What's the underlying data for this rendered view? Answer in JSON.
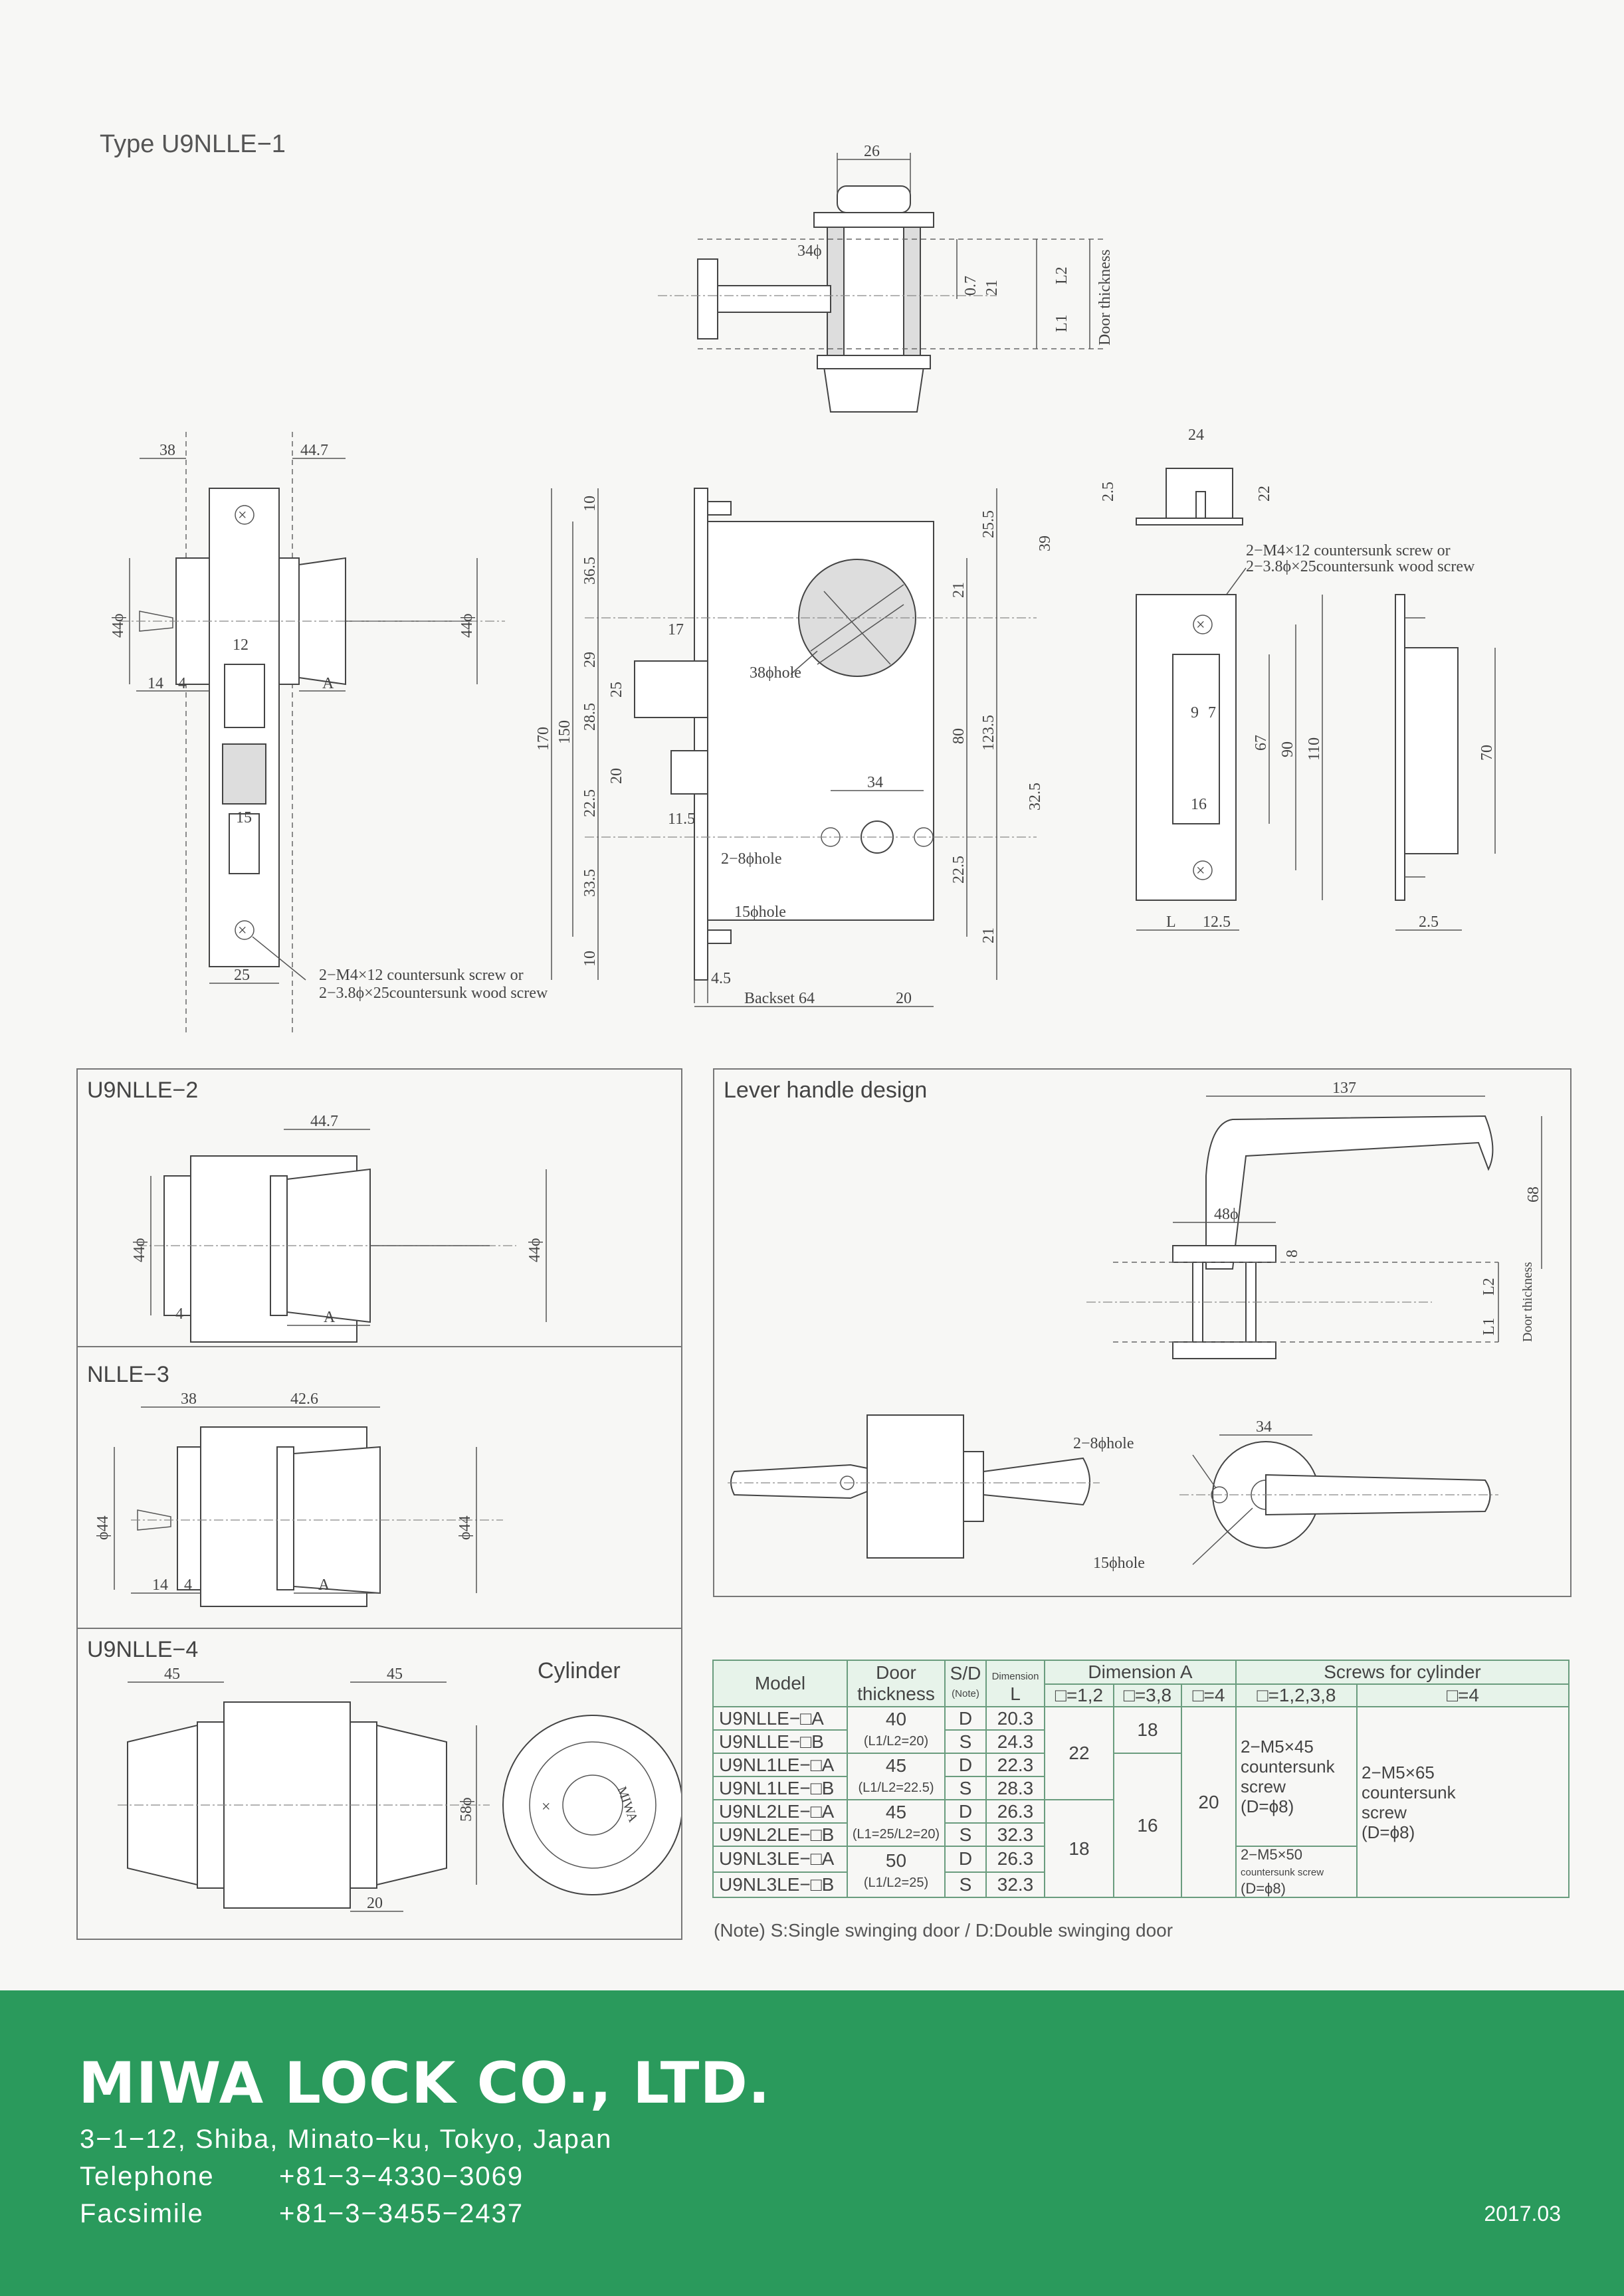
{
  "page": {
    "type_title": "Type U9NLLE−1"
  },
  "drawings": {
    "top_view": {
      "dims": [
        "26",
        "34ϕ",
        "0.7",
        "21",
        "L2",
        "L1",
        "Door thickness"
      ]
    },
    "front_view": {
      "dims": [
        "38",
        "44.7",
        "44ϕ",
        "44ϕ",
        "12",
        "14",
        "4",
        "A",
        "15",
        "25"
      ],
      "screw_note_1": "2−M4×12 countersunk screw or",
      "screw_note_2": "2−3.8ϕ×25countersunk wood screw"
    },
    "lock_body": {
      "dims": [
        "10",
        "36.5",
        "29",
        "28.5",
        "25",
        "20",
        "22.5",
        "33.5",
        "10",
        "170",
        "150",
        "17",
        "11.5",
        "25.5",
        "21",
        "80",
        "123.5",
        "22.5",
        "21",
        "39",
        "32.5",
        "34",
        "4.5",
        "20"
      ],
      "hole_38": "38ϕhole",
      "hole_8": "2−8ϕhole",
      "hole_15": "15ϕhole",
      "backset": "Backset 64"
    },
    "strike": {
      "dims": [
        "24",
        "2.5",
        "22",
        "9",
        "7",
        "16",
        "67",
        "90",
        "110",
        "L",
        "12.5",
        "70",
        "2.5"
      ],
      "screw_note_1": "2−M4×12 countersunk screw or",
      "screw_note_2": "2−3.8ϕ×25countersunk wood screw"
    },
    "u9nlle2": {
      "title": "U9NLLE−2",
      "dims": [
        "44.7",
        "44ϕ",
        "44ϕ",
        "4",
        "A"
      ]
    },
    "nlle3": {
      "title": "NLLE−3",
      "dims": [
        "38",
        "42.6",
        "ϕ44",
        "ϕ44",
        "14",
        "4",
        "A"
      ]
    },
    "u9nlle4": {
      "title": "U9NLLE−4",
      "dims": [
        "45",
        "45",
        "58ϕ",
        "20"
      ],
      "cylinder_title": "Cylinder",
      "cylinder_brand": "MIWA"
    },
    "lever": {
      "title": "Lever handle design",
      "dims": [
        "137",
        "48ϕ",
        "68",
        "8",
        "L2",
        "L1",
        "Door thickness",
        "34"
      ],
      "hole_8": "2−8ϕhole",
      "hole_15": "15ϕhole"
    }
  },
  "spec_table": {
    "headers": {
      "model": "Model",
      "door_thickness": "Door thickness",
      "sd": "S/D",
      "sd_note": "(Note)",
      "dimension_small": "Dimension",
      "dimension_L": "L",
      "dimension_A": "Dimension A",
      "screws": "Screws for cylinder",
      "a_12": "□=1,2",
      "a_38": "□=3,8",
      "a_4": "□=4",
      "s_1238": "□=1,2,3,8",
      "s_4": "□=4"
    },
    "rows": [
      {
        "model": "U9NLLE−□A",
        "sd": "D",
        "L": "20.3"
      },
      {
        "model": "U9NLLE−□B",
        "sd": "S",
        "L": "24.3"
      },
      {
        "model": "U9NL1LE−□A",
        "sd": "D",
        "L": "22.3"
      },
      {
        "model": "U9NL1LE−□B",
        "sd": "S",
        "L": "28.3"
      },
      {
        "model": "U9NL2LE−□A",
        "sd": "D",
        "L": "26.3"
      },
      {
        "model": "U9NL2LE−□B",
        "sd": "S",
        "L": "32.3"
      },
      {
        "model": "U9NL3LE−□A",
        "sd": "D",
        "L": "26.3"
      },
      {
        "model": "U9NL3LE−□B",
        "sd": "S",
        "L": "32.3"
      }
    ],
    "thickness": [
      {
        "value": "40",
        "sub": "(L1/L2=20)"
      },
      {
        "value": "45",
        "sub": "(L1/L2=22.5)"
      },
      {
        "value": "45",
        "sub": "(L1=25/L2=20)"
      },
      {
        "value": "50",
        "sub": "(L1/L2=25)"
      }
    ],
    "dimA_12": [
      "22",
      "18"
    ],
    "dimA_38": [
      "18",
      "16"
    ],
    "dimA_4": "20",
    "screw_a": [
      "2−M5×45",
      "countersunk",
      "screw",
      "(D=ϕ8)"
    ],
    "screw_b": [
      "2−M5×50",
      "countersunk screw",
      "(D=ϕ8)"
    ],
    "screw_c": [
      "2−M5×65",
      "countersunk",
      "screw",
      "(D=ϕ8)"
    ],
    "note": "(Note) S:Single swinging door / D:Double swinging door"
  },
  "footer": {
    "company": "MIWA LOCK CO., LTD.",
    "address": "3−1−12, Shiba, Minato−ku, Tokyo, Japan",
    "tel_label": "Telephone",
    "tel": "+81−3−4330−3069",
    "fax_label": "Facsimile",
    "fax": "+81−3−3455−2437",
    "date": "2017.03"
  },
  "colors": {
    "footer_green": "#2a9a5c",
    "table_border": "#6a9c7e",
    "table_header": "#e7f3ea"
  }
}
